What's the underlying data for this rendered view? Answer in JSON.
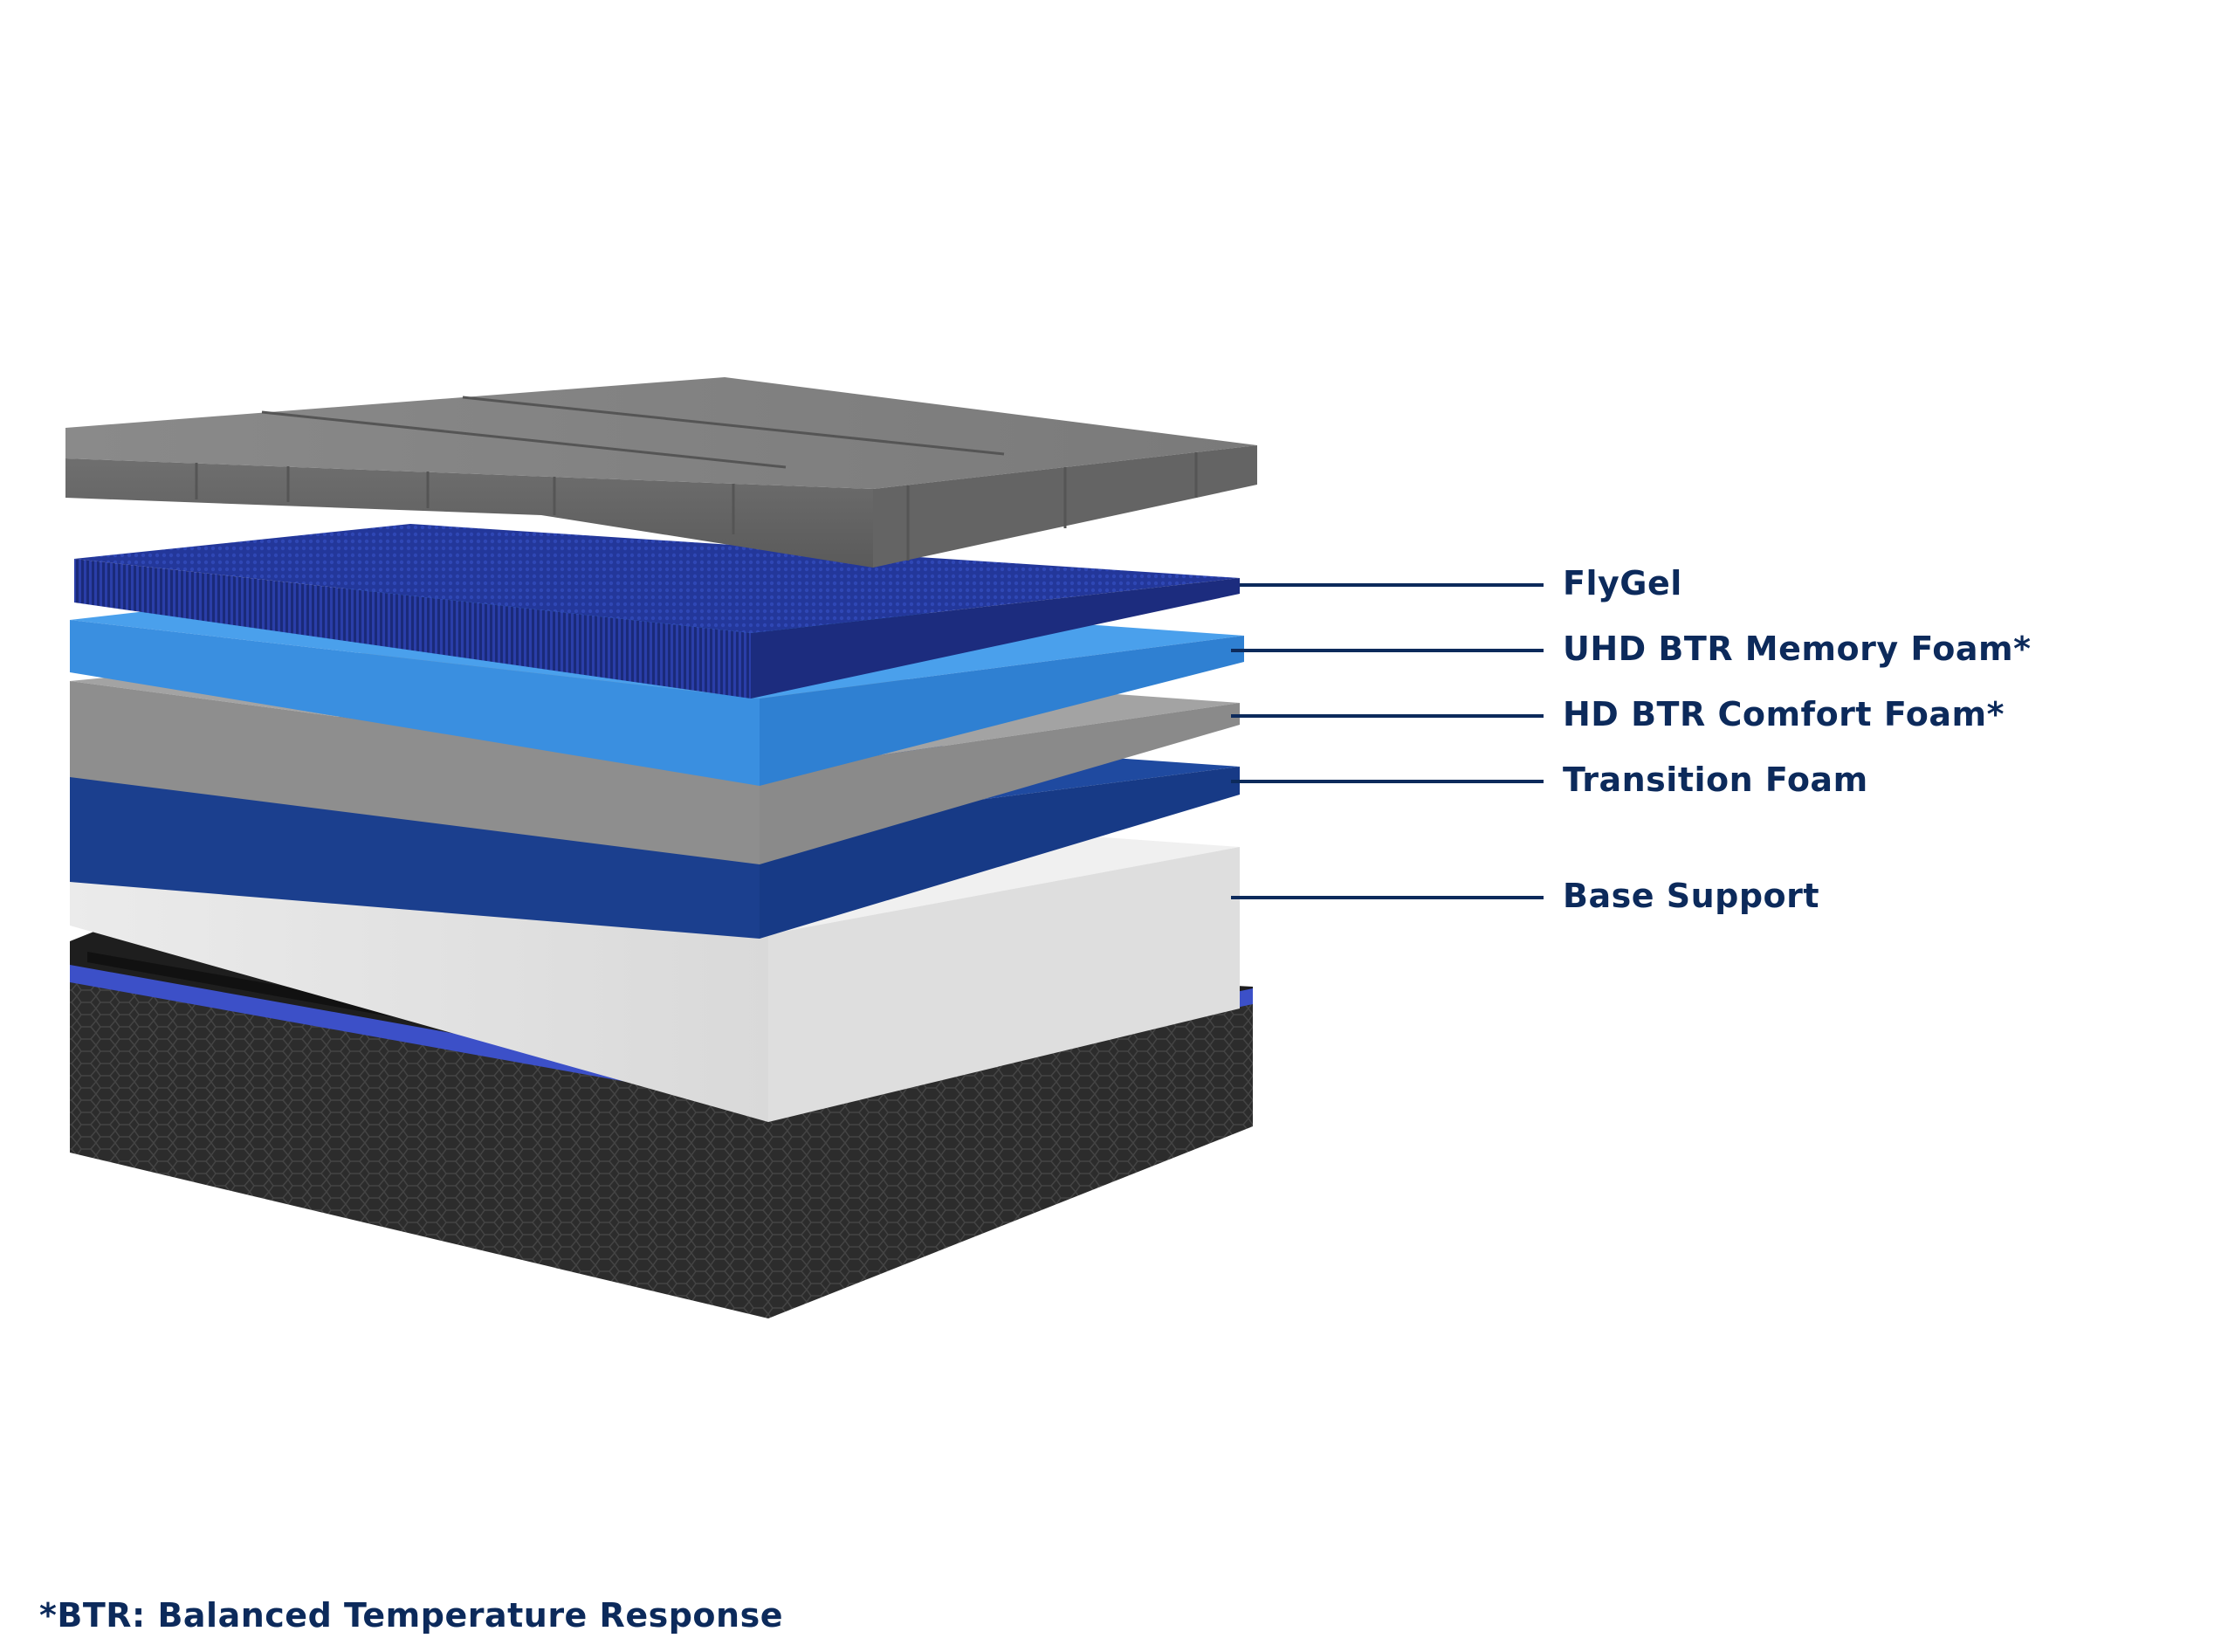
{
  "colors": {
    "label_text": "#0c2a5b",
    "leader_line": "#0c2a5b",
    "cover_gray": "#7b7b7b",
    "flygel_blue": "#23379a",
    "memory_foam_blue": "#3a8fe0",
    "comfort_foam_gray": "#9a9a9a",
    "transition_foam_blue": "#1d4495",
    "base_support_white": "#e6e6e6",
    "foundation_dark": "#2e2e2e",
    "foundation_band_blue": "#3c50c8"
  },
  "layers": [
    {
      "id": "flygel",
      "label": "FlyGel"
    },
    {
      "id": "memory",
      "label": "UHD BTR Memory Foam*"
    },
    {
      "id": "comfort",
      "label": "HD BTR Comfort Foam*"
    },
    {
      "id": "transition",
      "label": "Transition Foam"
    },
    {
      "id": "base",
      "label": "Base Support"
    }
  ],
  "footnote": "*BTR: Balanced Temperature Response"
}
